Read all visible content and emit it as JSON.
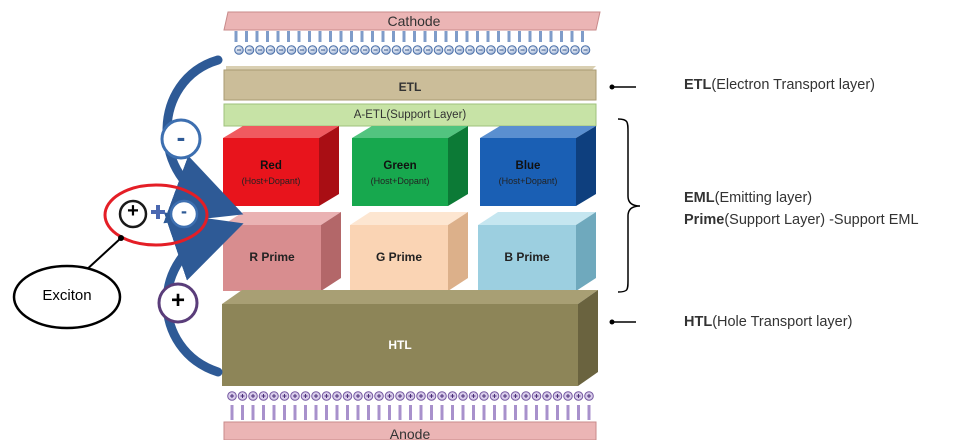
{
  "diagram": {
    "cathode": "Cathode",
    "anode": "Anode",
    "etl": "ETL",
    "aetl": "A-ETL(Support Layer)",
    "htl": "HTL",
    "red": {
      "name": "Red",
      "sub": "(Host+Dopant)"
    },
    "green": {
      "name": "Green",
      "sub": "(Host+Dopant)"
    },
    "blue": {
      "name": "Blue",
      "sub": "(Host+Dopant)"
    },
    "r_prime": "R Prime",
    "g_prime": "G Prime",
    "b_prime": "B Prime",
    "electron_symbol": "-",
    "hole_symbol": "+",
    "exciton": "Exciton",
    "descriptions": {
      "etl_abbr": "ETL",
      "etl_full": "(Electron Transport layer)",
      "eml_abbr": "EML",
      "eml_full": "(Emitting layer)",
      "prime_abbr": "Prime",
      "prime_full": "(Support Layer) -Support EML",
      "htl_abbr": "HTL",
      "htl_full": "(Hole Transport layer)"
    },
    "colors": {
      "red": "#e8141c",
      "green": "#17a84e",
      "blue": "#1a5fb4",
      "r_prime": "#d88d8f",
      "g_prime": "#fad4b4",
      "b_prime": "#9ccfe0",
      "etl": "#cbbd99",
      "aetl": "#c7e3a6",
      "htl": "#8d8558",
      "electrode": "#eab3b3"
    }
  }
}
